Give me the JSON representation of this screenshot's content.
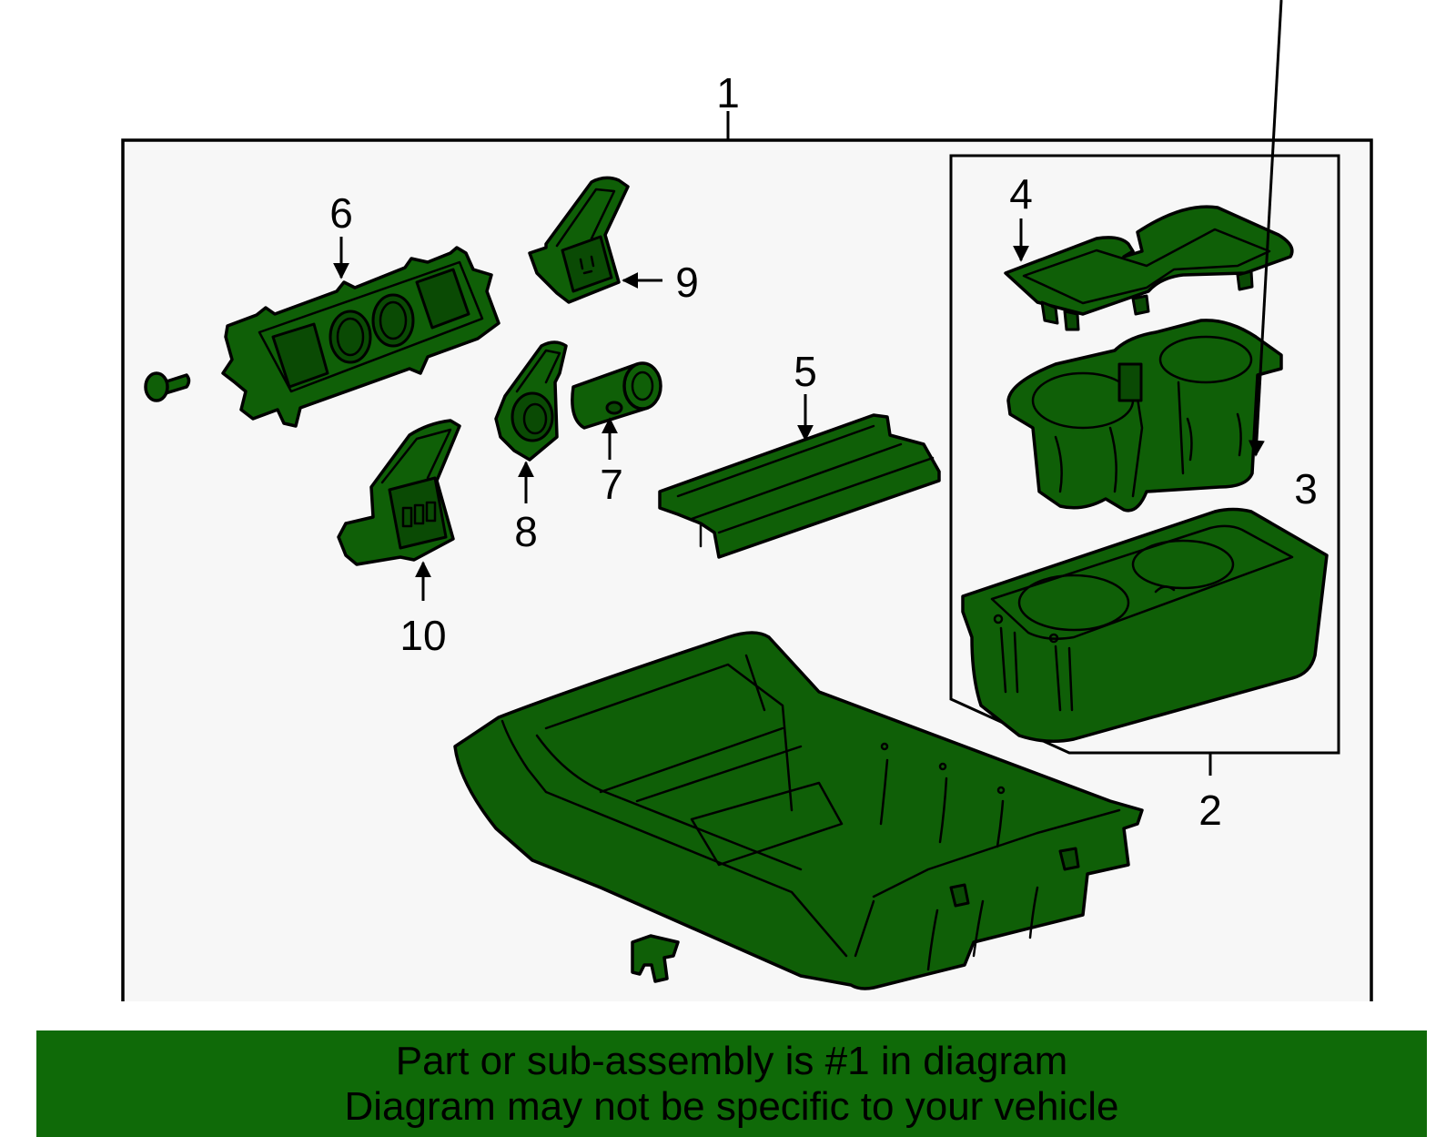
{
  "callouts": {
    "c1": "1",
    "c2": "2",
    "c3": "3",
    "c4": "4",
    "c5": "5",
    "c6": "6",
    "c7": "7",
    "c8": "8",
    "c9": "9",
    "c10": "10"
  },
  "banner": {
    "line1": "Part or sub-assembly is #1 in diagram",
    "line2": "Diagram may not be specific to your vehicle"
  },
  "colors": {
    "part_fill": "#0f5f07",
    "banner_fill": "#0f6a08",
    "outline": "#000000",
    "panel_fill": "#f7f7f7"
  }
}
